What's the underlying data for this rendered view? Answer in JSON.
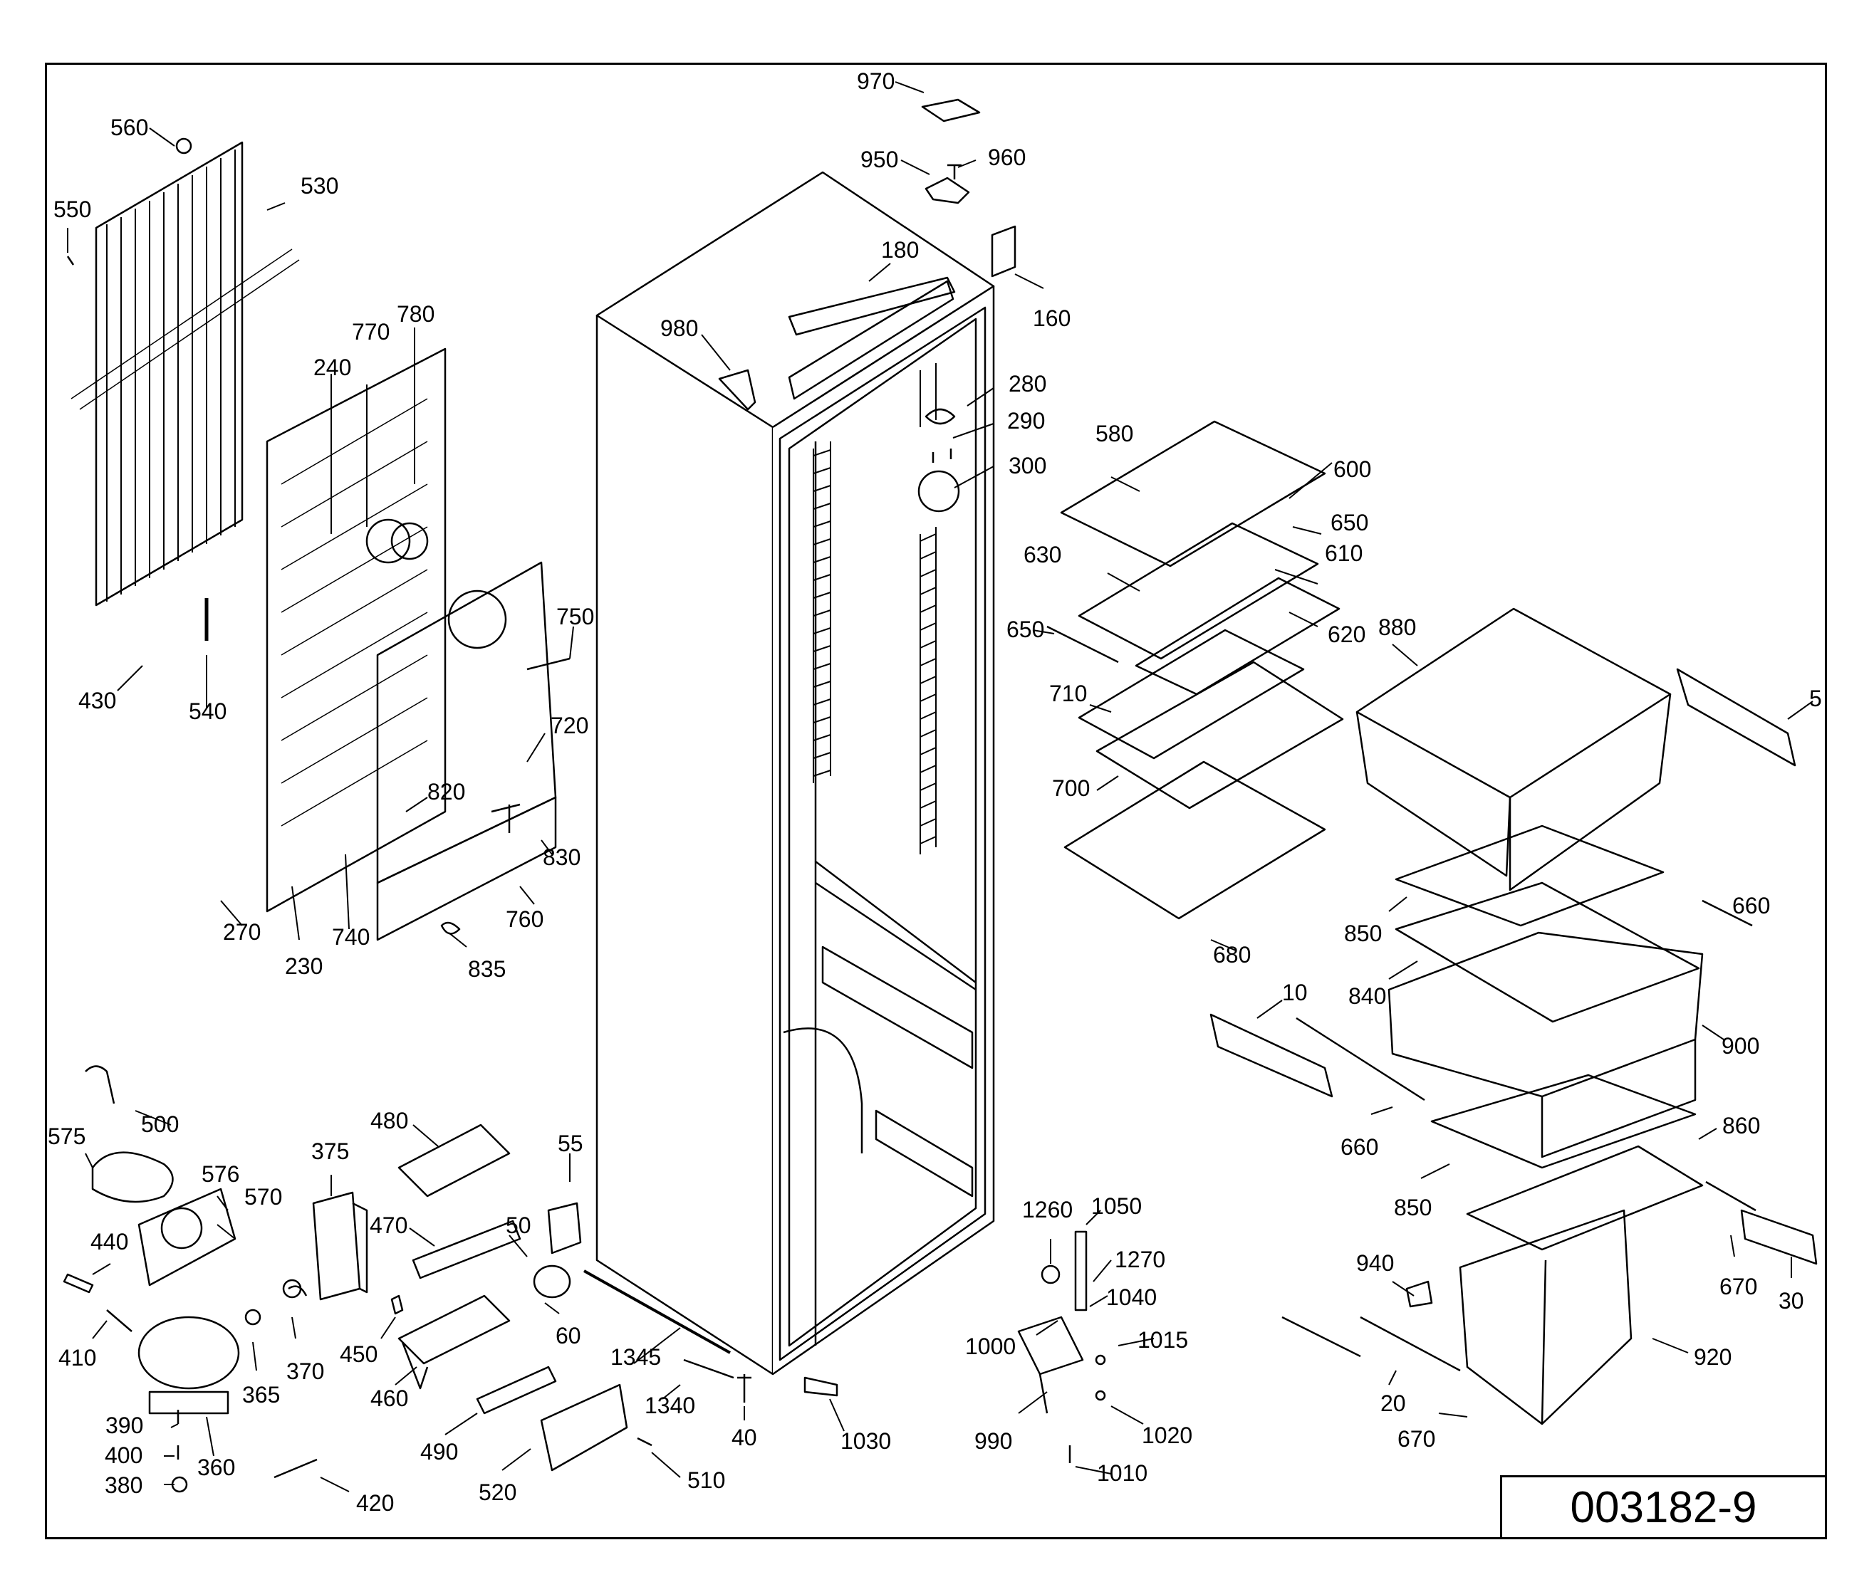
{
  "diagram": {
    "drawing_number": "003182-9",
    "callouts": [
      {
        "id": "970",
        "label": "970"
      },
      {
        "id": "950",
        "label": "950"
      },
      {
        "id": "960",
        "label": "960"
      },
      {
        "id": "180",
        "label": "180"
      },
      {
        "id": "160",
        "label": "160"
      },
      {
        "id": "980",
        "label": "980"
      },
      {
        "id": "280",
        "label": "280"
      },
      {
        "id": "290",
        "label": "290"
      },
      {
        "id": "300",
        "label": "300"
      },
      {
        "id": "560",
        "label": "560"
      },
      {
        "id": "530",
        "label": "530"
      },
      {
        "id": "550",
        "label": "550"
      },
      {
        "id": "770",
        "label": "770"
      },
      {
        "id": "780",
        "label": "780"
      },
      {
        "id": "240",
        "label": "240"
      },
      {
        "id": "750",
        "label": "750"
      },
      {
        "id": "720",
        "label": "720"
      },
      {
        "id": "820",
        "label": "820"
      },
      {
        "id": "830",
        "label": "830"
      },
      {
        "id": "760",
        "label": "760"
      },
      {
        "id": "835",
        "label": "835"
      },
      {
        "id": "430",
        "label": "430"
      },
      {
        "id": "540",
        "label": "540"
      },
      {
        "id": "270",
        "label": "270"
      },
      {
        "id": "230",
        "label": "230"
      },
      {
        "id": "740",
        "label": "740"
      },
      {
        "id": "580",
        "label": "580"
      },
      {
        "id": "600",
        "label": "600"
      },
      {
        "id": "650a",
        "label": "650"
      },
      {
        "id": "630",
        "label": "630"
      },
      {
        "id": "610",
        "label": "610"
      },
      {
        "id": "650b",
        "label": "650"
      },
      {
        "id": "620",
        "label": "620"
      },
      {
        "id": "880",
        "label": "880"
      },
      {
        "id": "710",
        "label": "710"
      },
      {
        "id": "5",
        "label": "5"
      },
      {
        "id": "700",
        "label": "700"
      },
      {
        "id": "660a",
        "label": "660"
      },
      {
        "id": "850a",
        "label": "850"
      },
      {
        "id": "680",
        "label": "680"
      },
      {
        "id": "840",
        "label": "840"
      },
      {
        "id": "10",
        "label": "10"
      },
      {
        "id": "900",
        "label": "900"
      },
      {
        "id": "660b",
        "label": "660"
      },
      {
        "id": "860",
        "label": "860"
      },
      {
        "id": "850b",
        "label": "850"
      },
      {
        "id": "670a",
        "label": "670"
      },
      {
        "id": "30",
        "label": "30"
      },
      {
        "id": "940",
        "label": "940"
      },
      {
        "id": "920",
        "label": "920"
      },
      {
        "id": "20",
        "label": "20"
      },
      {
        "id": "670b",
        "label": "670"
      },
      {
        "id": "500",
        "label": "500"
      },
      {
        "id": "575",
        "label": "575"
      },
      {
        "id": "576",
        "label": "576"
      },
      {
        "id": "570",
        "label": "570"
      },
      {
        "id": "440",
        "label": "440"
      },
      {
        "id": "410",
        "label": "410"
      },
      {
        "id": "375",
        "label": "375"
      },
      {
        "id": "480",
        "label": "480"
      },
      {
        "id": "55",
        "label": "55"
      },
      {
        "id": "470",
        "label": "470"
      },
      {
        "id": "50",
        "label": "50"
      },
      {
        "id": "450",
        "label": "450"
      },
      {
        "id": "60",
        "label": "60"
      },
      {
        "id": "370",
        "label": "370"
      },
      {
        "id": "365",
        "label": "365"
      },
      {
        "id": "460",
        "label": "460"
      },
      {
        "id": "360",
        "label": "360"
      },
      {
        "id": "390",
        "label": "390"
      },
      {
        "id": "400",
        "label": "400"
      },
      {
        "id": "380",
        "label": "380"
      },
      {
        "id": "420",
        "label": "420"
      },
      {
        "id": "490",
        "label": "490"
      },
      {
        "id": "520",
        "label": "520"
      },
      {
        "id": "510",
        "label": "510"
      },
      {
        "id": "1345",
        "label": "1345"
      },
      {
        "id": "1340",
        "label": "1340"
      },
      {
        "id": "40",
        "label": "40"
      },
      {
        "id": "1030",
        "label": "1030"
      },
      {
        "id": "1260",
        "label": "1260"
      },
      {
        "id": "1050",
        "label": "1050"
      },
      {
        "id": "1270",
        "label": "1270"
      },
      {
        "id": "1040",
        "label": "1040"
      },
      {
        "id": "1000",
        "label": "1000"
      },
      {
        "id": "1015",
        "label": "1015"
      },
      {
        "id": "990",
        "label": "990"
      },
      {
        "id": "1020",
        "label": "1020"
      },
      {
        "id": "1010",
        "label": "1010"
      }
    ]
  }
}
